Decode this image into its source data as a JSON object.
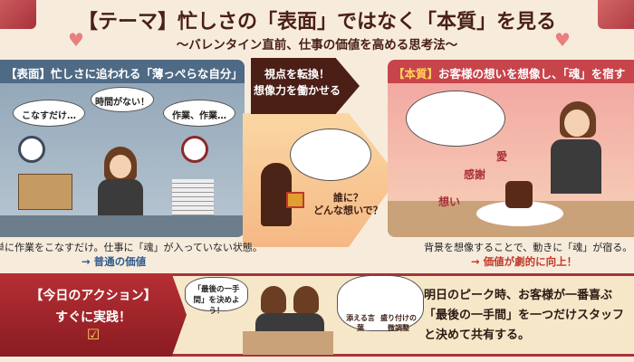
{
  "header": {
    "title": "【テーマ】忙しさの「表面」ではなく「本質」を見る",
    "subtitle": "〜バレンタイン直前、仕事の価値を高める思考法〜"
  },
  "left_panel": {
    "heading": "【表面】忙しさに追われる「薄っぺらな自分」",
    "bubbles": [
      "こなすだけ…",
      "時間がない！",
      "作業、作業…"
    ],
    "caption": "単に作業をこなすだけ。仕事に「魂」が入っていない状態。",
    "result": "→ 普通の価値"
  },
  "center": {
    "arrow_text_1": "視点を転換！",
    "arrow_text_2": "想像力を働かせる",
    "question_1": "誰に？",
    "question_2": "どんな想いで？"
  },
  "right_panel": {
    "heading_tag": "【本質】",
    "heading": "お客様の想いを想像し、「魂」を宿す",
    "words": [
      "愛",
      "感謝",
      "想い"
    ],
    "caption": "背景を想像することで、動きに「魂」が宿る。",
    "result": "→ 価値が劇的に向上！"
  },
  "action": {
    "title": "【今日のアクション】",
    "subtitle": "すぐに実践！",
    "check": "☑",
    "speech": "「最後の一手間」を決めよう！",
    "ideas": [
      "添える言葉",
      "盛り付けの微調整"
    ],
    "text": "明日のピーク時、お客様が一番喜ぶ「最後の一手間」を一つだけスタッフと決めて共有する。"
  },
  "colors": {
    "left_head": "#4e6a85",
    "right_head": "#c8444b",
    "accent_red": "#a8323a",
    "title_brown": "#4a2016"
  }
}
